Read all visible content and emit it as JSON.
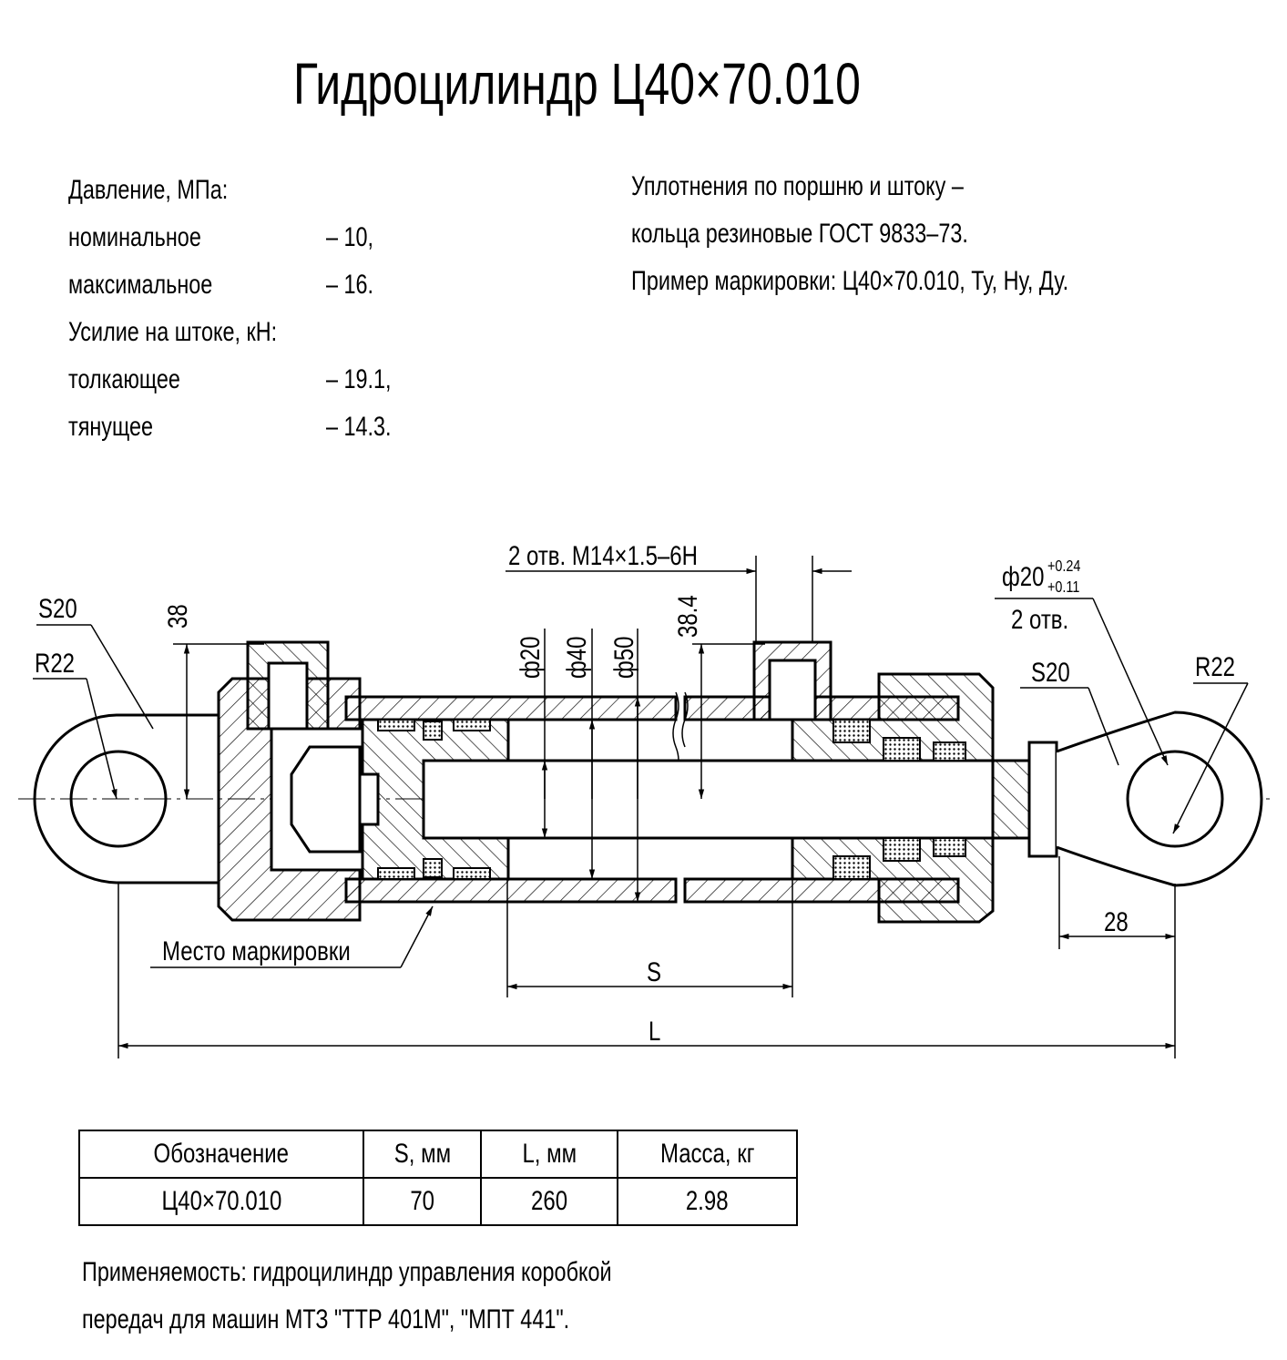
{
  "title": "Гидроцилиндр Ц40×70.010",
  "specs": {
    "pressure_header": "Давление, МПа:",
    "nominal_label": "номинальное",
    "nominal_value": "– 10,",
    "max_label": "максимальное",
    "max_value": "– 16.",
    "force_header": "Усилие на штоке, кН:",
    "push_label": "толкающее",
    "push_value": "– 19.1,",
    "pull_label": "тянущее",
    "pull_value": "– 14.3."
  },
  "notes": {
    "line1": "Уплотнения по поршню и штоку –",
    "line2": "кольца резиновые ГОСТ 9833–73.",
    "line3": "Пример маркировки: Ц40×70.010, Ту, Ну, Ду."
  },
  "drawing": {
    "port_thread": "2 отв. M14×1.5–6H",
    "dim_38": "38",
    "dim_38_4": "38.4",
    "dia_20": "ф20",
    "dia_40": "ф40",
    "dia_50": "ф50",
    "left_s20": "S20",
    "left_r22": "R22",
    "hole_dia": "ф20",
    "hole_tol_upper": "+0.24",
    "hole_tol_lower": "+0.11",
    "hole_count": "2 отв.",
    "right_s20": "S20",
    "right_r22": "R22",
    "dim_28": "28",
    "marking_place": "Место маркировки",
    "dim_s": "S",
    "dim_l": "L"
  },
  "table": {
    "headers": [
      "Обозначение",
      "S, мм",
      "L, мм",
      "Масса, кг"
    ],
    "rows": [
      [
        "Ц40×70.010",
        "70",
        "260",
        "2.98"
      ]
    ]
  },
  "footer": {
    "line1": "Применяемость: гидроцилиндр управления коробкой",
    "line2": "передач для машин МТЗ \"ТТР 401М\", \"МПТ 441\"."
  }
}
